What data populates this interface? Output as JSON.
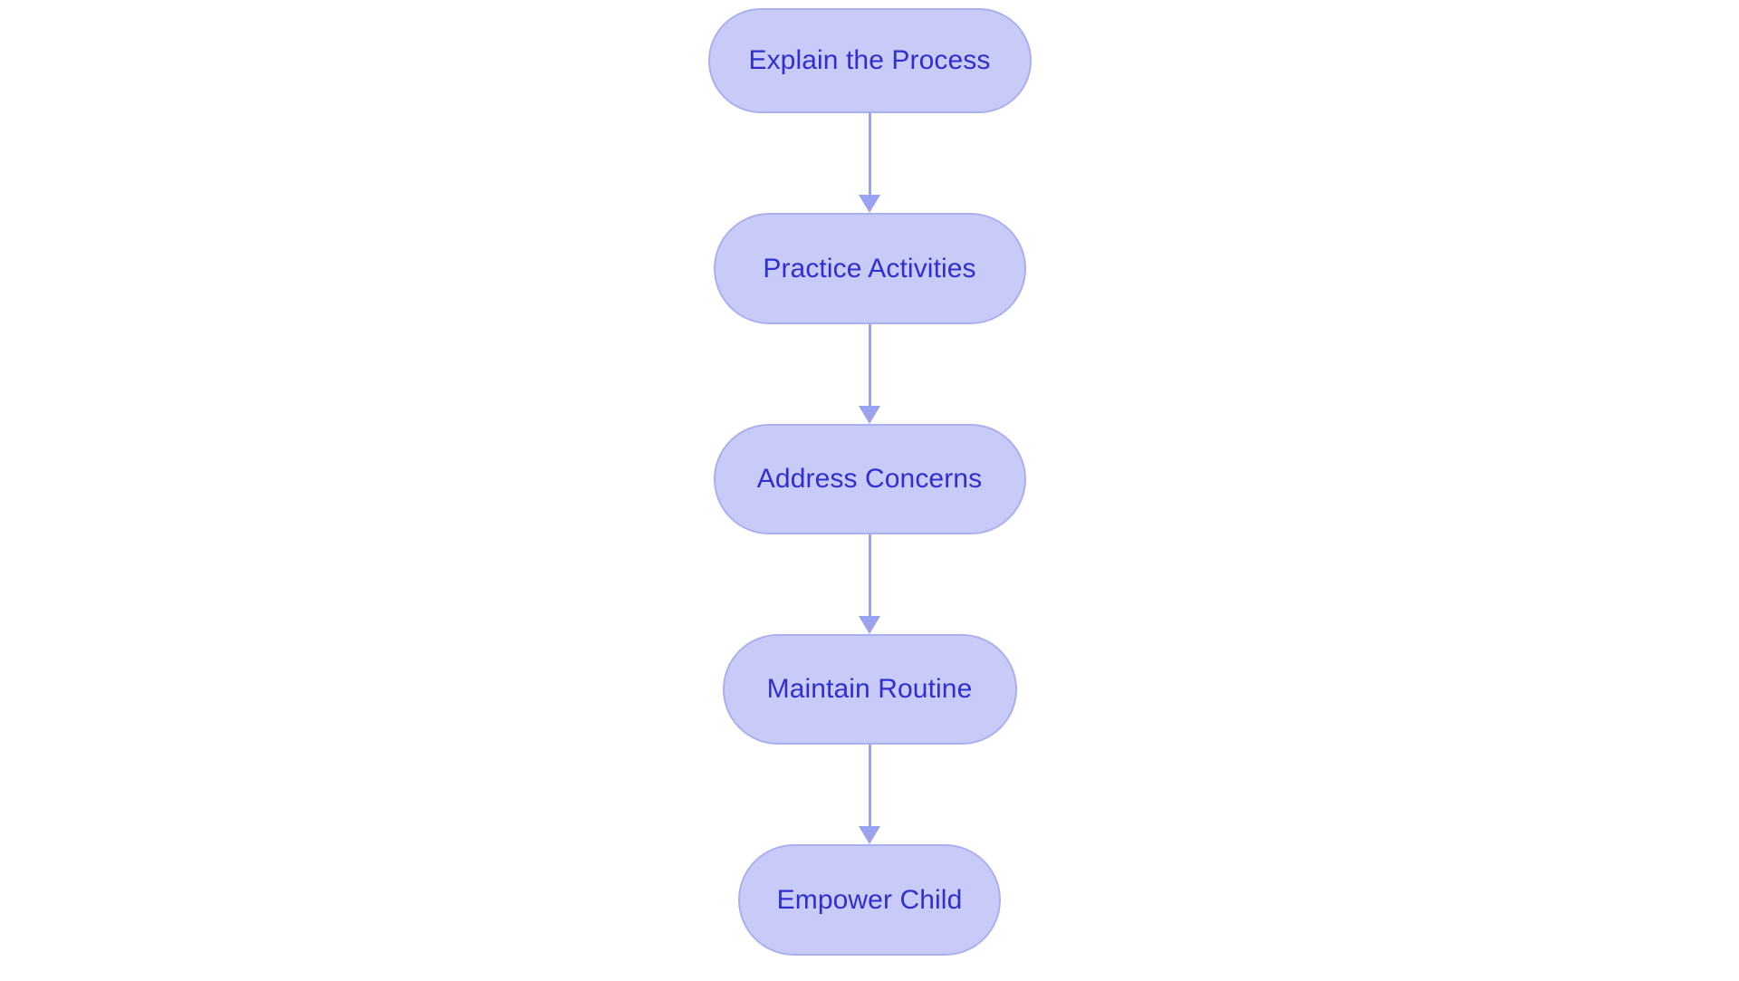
{
  "diagram": {
    "type": "flowchart",
    "orientation": "vertical top-to-bottom",
    "background_color": "#ffffff",
    "node_fill_color": "#c8cbf8",
    "node_border_color": "#aab0ee",
    "node_text_color": "#2f2fd0",
    "connector_color": "#9aa3f0",
    "node_shape": "stadium",
    "nodes": [
      {
        "id": "n1",
        "label": "Explain the Process"
      },
      {
        "id": "n2",
        "label": "Practice Activities"
      },
      {
        "id": "n3",
        "label": "Address Concerns"
      },
      {
        "id": "n4",
        "label": "Maintain Routine"
      },
      {
        "id": "n5",
        "label": "Empower Child"
      }
    ],
    "edges": [
      {
        "from": "n1",
        "to": "n2",
        "label": ""
      },
      {
        "from": "n2",
        "to": "n3",
        "label": ""
      },
      {
        "from": "n3",
        "to": "n4",
        "label": ""
      },
      {
        "from": "n4",
        "to": "n5",
        "label": ""
      }
    ]
  }
}
